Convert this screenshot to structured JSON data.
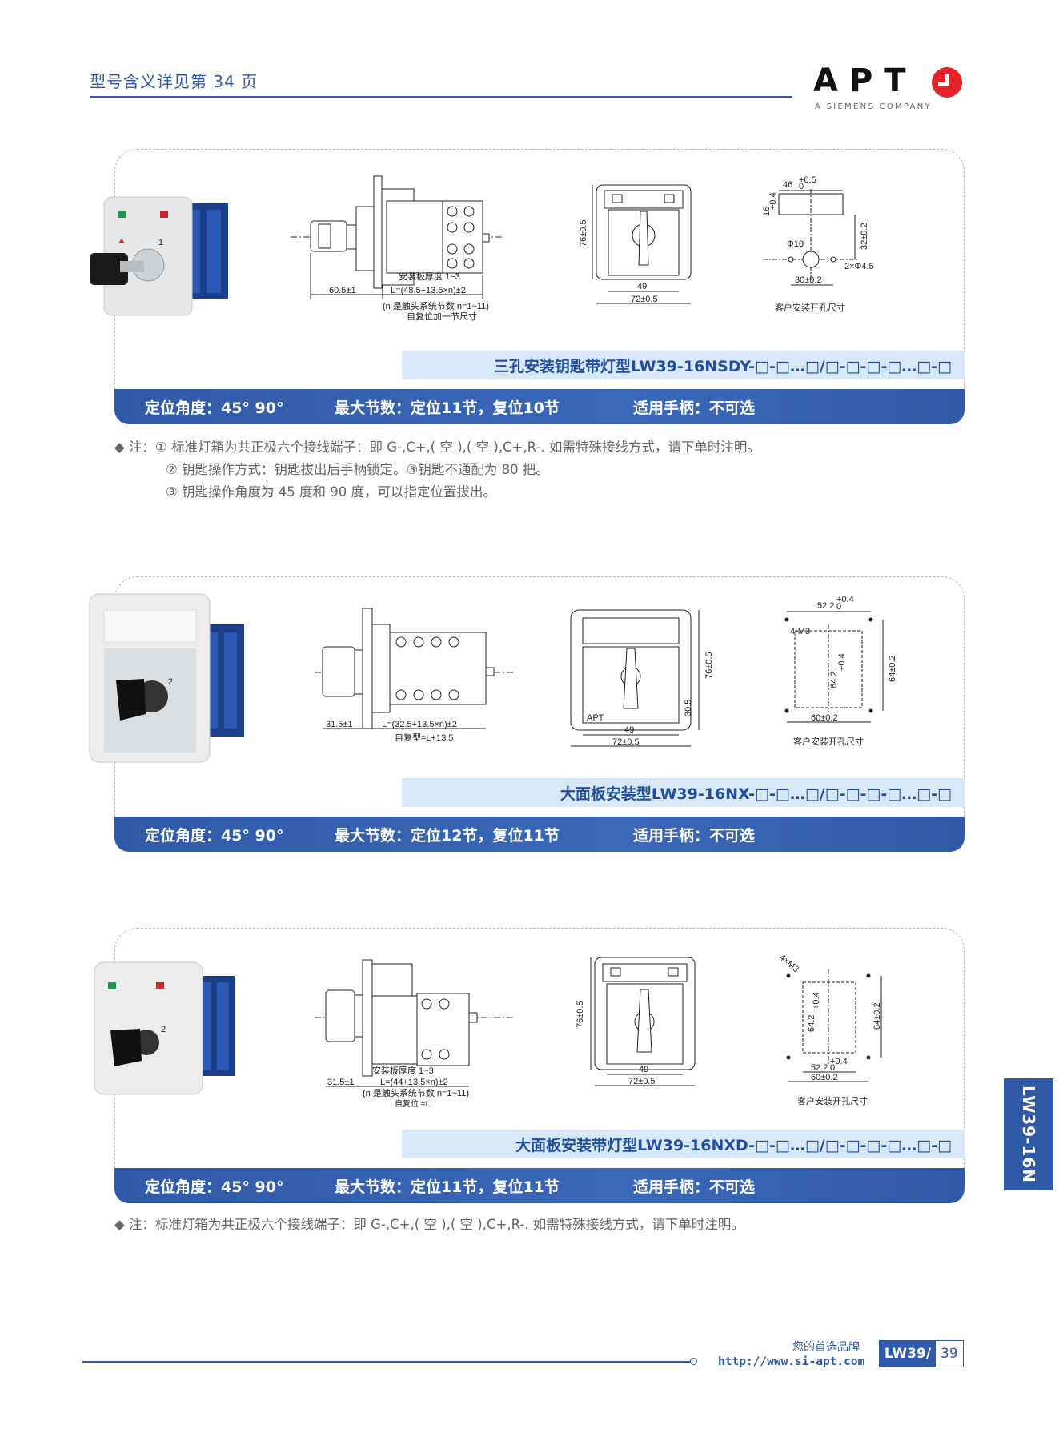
{
  "header": {
    "title": "型号含义详见第 34 页"
  },
  "logo": {
    "name": "APT",
    "subtitle": "A SIEMENS COMPANY"
  },
  "sections": [
    {
      "title": "三孔安装钥匙带灯型LW39-16NSDY-□-□…□/□-□-□-□…□-□",
      "angle": "定位角度：45° 90°",
      "max_sections": "最大节数：定位11节，复位10节",
      "handle": "适用手柄：不可选",
      "side": {
        "d1": "60.5±1",
        "d2": "安装板厚度 1~3",
        "d3": "L=(48.5+13.5×n)±2",
        "d4": "(n 是触头系统节数 n=1~11)",
        "d5": "自复位加一节尺寸"
      },
      "front": {
        "h": "76±0.5",
        "w1": "49",
        "w2": "72±0.5"
      },
      "cutout": {
        "a": "46",
        "a_tol_up": "+0.5",
        "a_tol_dn": "0",
        "b": "16",
        "b_tol_up": "+0.4",
        "b_tol_dn": "0",
        "c": "32±0.2",
        "d": "Φ10",
        "e": "2×Φ4.5",
        "f": "30±0.2",
        "caption": "客户安装开孔尺寸"
      }
    },
    {
      "title": "大面板安装型LW39-16NX-□-□…□/□-□-□-□…□-□",
      "angle": "定位角度：45° 90°",
      "max_sections": "最大节数：定位12节，复位11节",
      "handle": "适用手柄：不可选",
      "side": {
        "d1": "31.5±1",
        "d3": "L=(32.5+13.5×n)±2",
        "d5": "自复型=L+13.5"
      },
      "front": {
        "h": "76±0.5",
        "h2": "30.5",
        "w1": "49",
        "w2": "72±0.5",
        "brand": "APT"
      },
      "cutout": {
        "a": "52.2",
        "a_tol_up": "+0.4",
        "a_tol_dn": "0",
        "m": "4-M3",
        "b": "64.2",
        "b_tol_up": "+0.4",
        "b_tol_dn": "0",
        "c": "64±0.2",
        "f": "60±0.2",
        "caption": "客户安装开孔尺寸"
      }
    },
    {
      "title": "大面板安装带灯型LW39-16NXD-□-□…□/□-□-□-□…□-□",
      "angle": "定位角度：45° 90°",
      "max_sections": "最大节数：定位11节，复位11节",
      "handle": "适用手柄：不可选",
      "side": {
        "d1": "31.5±1",
        "d2": "安装板厚度 1~3",
        "d3": "L=(44+13.5×n)±2",
        "d4": "(n 是触头系统节数 n=1~11)",
        "d5": "自复位 =L"
      },
      "front": {
        "h": "76±0.5",
        "w1": "49",
        "w2": "72±0.5"
      },
      "cutout": {
        "m": "4×M3",
        "b": "64.2",
        "b_tol_up": "+0.4",
        "b_tol_dn": "0",
        "c": "64±0.2",
        "a": "52.2",
        "a_tol_up": "+0.4",
        "a_tol_dn": "0",
        "f": "60±0.2",
        "caption": "客户安装开孔尺寸"
      }
    }
  ],
  "notes1": [
    "◆ 注：① 标准灯箱为共正极六个接线端子：即 G-,C+,( 空 ),( 空 ),C+,R-. 如需特殊接线方式，请下单时注明。",
    "② 钥匙操作方式：钥匙拔出后手柄锁定。③钥匙不通配为 80 把。",
    "③ 钥匙操作角度为 45 度和 90 度，可以指定位置拔出。"
  ],
  "notes2": [
    "◆ 注：标准灯箱为共正极六个接线端子：即 G-,C+,( 空 ),( 空 ),C+,R-. 如需特殊接线方式，请下单时注明。"
  ],
  "side_tab": "LW39-16N",
  "footer": {
    "slogan": "您的首选品牌",
    "url": "http://www.si-apt.com",
    "tag": "LW39/",
    "page": "39"
  },
  "colors": {
    "brand_blue": "#2f5aa8",
    "light_blue": "#d9e8f6",
    "logo_red": "#e3222a"
  }
}
